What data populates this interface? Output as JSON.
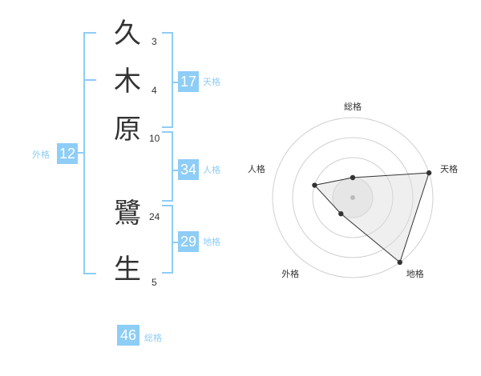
{
  "name": {
    "chars": [
      {
        "char": "久",
        "strokes": "3"
      },
      {
        "char": "木",
        "strokes": "4"
      },
      {
        "char": "原",
        "strokes": "10"
      },
      {
        "char": "鷺",
        "strokes": "24"
      },
      {
        "char": "生",
        "strokes": "5"
      }
    ]
  },
  "fortune": {
    "ten": {
      "value": "17",
      "label": "天格"
    },
    "jin": {
      "value": "34",
      "label": "人格"
    },
    "chi": {
      "value": "29",
      "label": "地格"
    },
    "gai": {
      "value": "12",
      "label": "外格"
    },
    "sou": {
      "value": "46",
      "label": "総格"
    }
  },
  "colors": {
    "accent": "#8ecdf6",
    "text": "#333333"
  },
  "chart_data": {
    "type": "radar",
    "axes": [
      "総格",
      "天格",
      "地格",
      "外格",
      "人格"
    ],
    "scale_max": 4,
    "rings": 4,
    "values": [
      1,
      4,
      4,
      1,
      2
    ],
    "grid": true
  }
}
